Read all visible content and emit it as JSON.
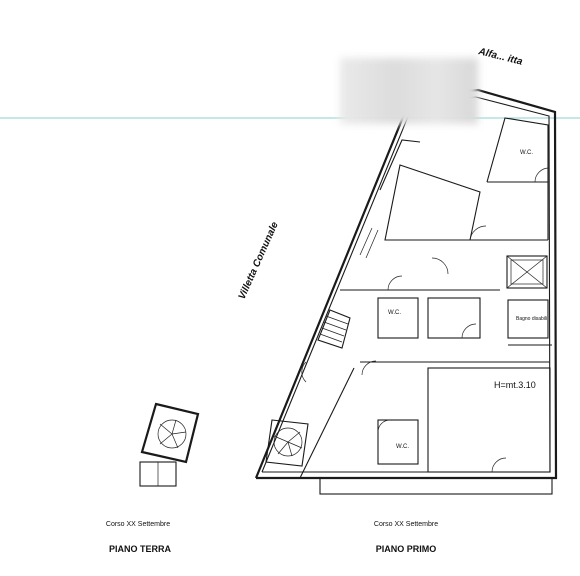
{
  "labels": {
    "street_top": "Alfa... itta",
    "street_side": "Villetta Comunale",
    "wc_top": "W.C.",
    "wc_mid": "W.C.",
    "wc_low": "W.C.",
    "bagno_disabili": "Bagno disabili",
    "height_note": "H=mt.3.10",
    "address_left": "Corso XX Settembre",
    "address_right": "Corso XX Settembre",
    "title_left": "PIANO TERRA",
    "title_right": "PIANO PRIMO"
  },
  "colors": {
    "guide_line": "#8ccfd0",
    "walls": "#1a1a1a"
  }
}
